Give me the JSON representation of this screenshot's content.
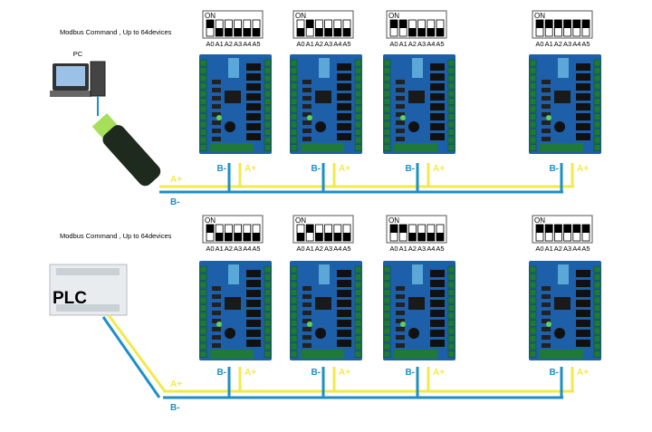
{
  "colors": {
    "a_plus_wire": "#f3e94c",
    "b_minus_wire": "#1e8fc6",
    "board": "#1d5fa8",
    "terminal": "#1f7a3a"
  },
  "sections": [
    {
      "caption": "Modbus Command , Up to 64devices",
      "master_label": "PC",
      "master_type": "pc",
      "bus_labels": {
        "a_plus": "A+",
        "b_minus": "B-"
      },
      "devices": [
        {
          "dip_on_label": "ON",
          "dip_labels": [
            "A0",
            "A1",
            "A2",
            "A3",
            "A4",
            "A5"
          ],
          "dip_states": [
            1,
            0,
            0,
            0,
            0,
            0
          ],
          "b_label": "B-",
          "a_label": "A+"
        },
        {
          "dip_on_label": "ON",
          "dip_labels": [
            "A0",
            "A1",
            "A2",
            "A3",
            "A4",
            "A5"
          ],
          "dip_states": [
            0,
            1,
            0,
            0,
            0,
            0
          ],
          "b_label": "B-",
          "a_label": "A+"
        },
        {
          "dip_on_label": "ON",
          "dip_labels": [
            "A0",
            "A1",
            "A2",
            "A3",
            "A4",
            "A5"
          ],
          "dip_states": [
            1,
            1,
            0,
            0,
            0,
            0
          ],
          "b_label": "B-",
          "a_label": "A+"
        },
        {
          "dip_on_label": "ON",
          "dip_labels": [
            "A0",
            "A1",
            "A2",
            "A3",
            "A4",
            "A5"
          ],
          "dip_states": [
            1,
            1,
            1,
            1,
            1,
            1
          ],
          "b_label": "B-",
          "a_label": "A+"
        }
      ]
    },
    {
      "caption": "Modbus Command , Up to 64devices",
      "master_label": "PLC",
      "master_type": "plc",
      "bus_labels": {
        "a_plus": "A+",
        "b_minus": "B-"
      },
      "devices": [
        {
          "dip_on_label": "ON",
          "dip_labels": [
            "A0",
            "A1",
            "A2",
            "A3",
            "A4",
            "A5"
          ],
          "dip_states": [
            1,
            0,
            0,
            0,
            0,
            0
          ],
          "b_label": "B-",
          "a_label": "A+"
        },
        {
          "dip_on_label": "ON",
          "dip_labels": [
            "A0",
            "A1",
            "A2",
            "A3",
            "A4",
            "A5"
          ],
          "dip_states": [
            0,
            1,
            0,
            0,
            0,
            0
          ],
          "b_label": "B-",
          "a_label": "A+"
        },
        {
          "dip_on_label": "ON",
          "dip_labels": [
            "A0",
            "A1",
            "A2",
            "A3",
            "A4",
            "A5"
          ],
          "dip_states": [
            1,
            1,
            0,
            0,
            0,
            0
          ],
          "b_label": "B-",
          "a_label": "A+"
        },
        {
          "dip_on_label": "ON",
          "dip_labels": [
            "A0",
            "A1",
            "A2",
            "A3",
            "A4",
            "A5"
          ],
          "dip_states": [
            1,
            1,
            1,
            1,
            1,
            1
          ],
          "b_label": "B-",
          "a_label": "A+"
        }
      ]
    }
  ]
}
